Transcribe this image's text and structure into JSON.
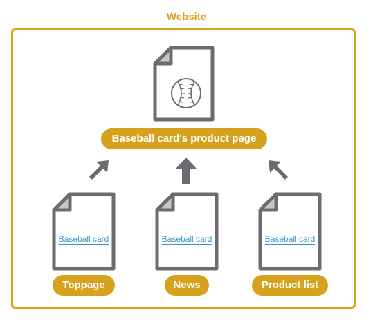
{
  "website_label": "Website",
  "main_page": {
    "label": "Baseball card's product page",
    "icon": "baseball-icon"
  },
  "source_pages": [
    {
      "label": "Toppage",
      "link_text": "Baseball card"
    },
    {
      "label": "News",
      "link_text": "Baseball card"
    },
    {
      "label": "Product list",
      "link_text": "Baseball card"
    }
  ],
  "colors": {
    "accent": "#d6a21e",
    "document_stroke": "#6b6b70",
    "document_fold": "#c7c7c7",
    "link": "#3a97c9"
  }
}
